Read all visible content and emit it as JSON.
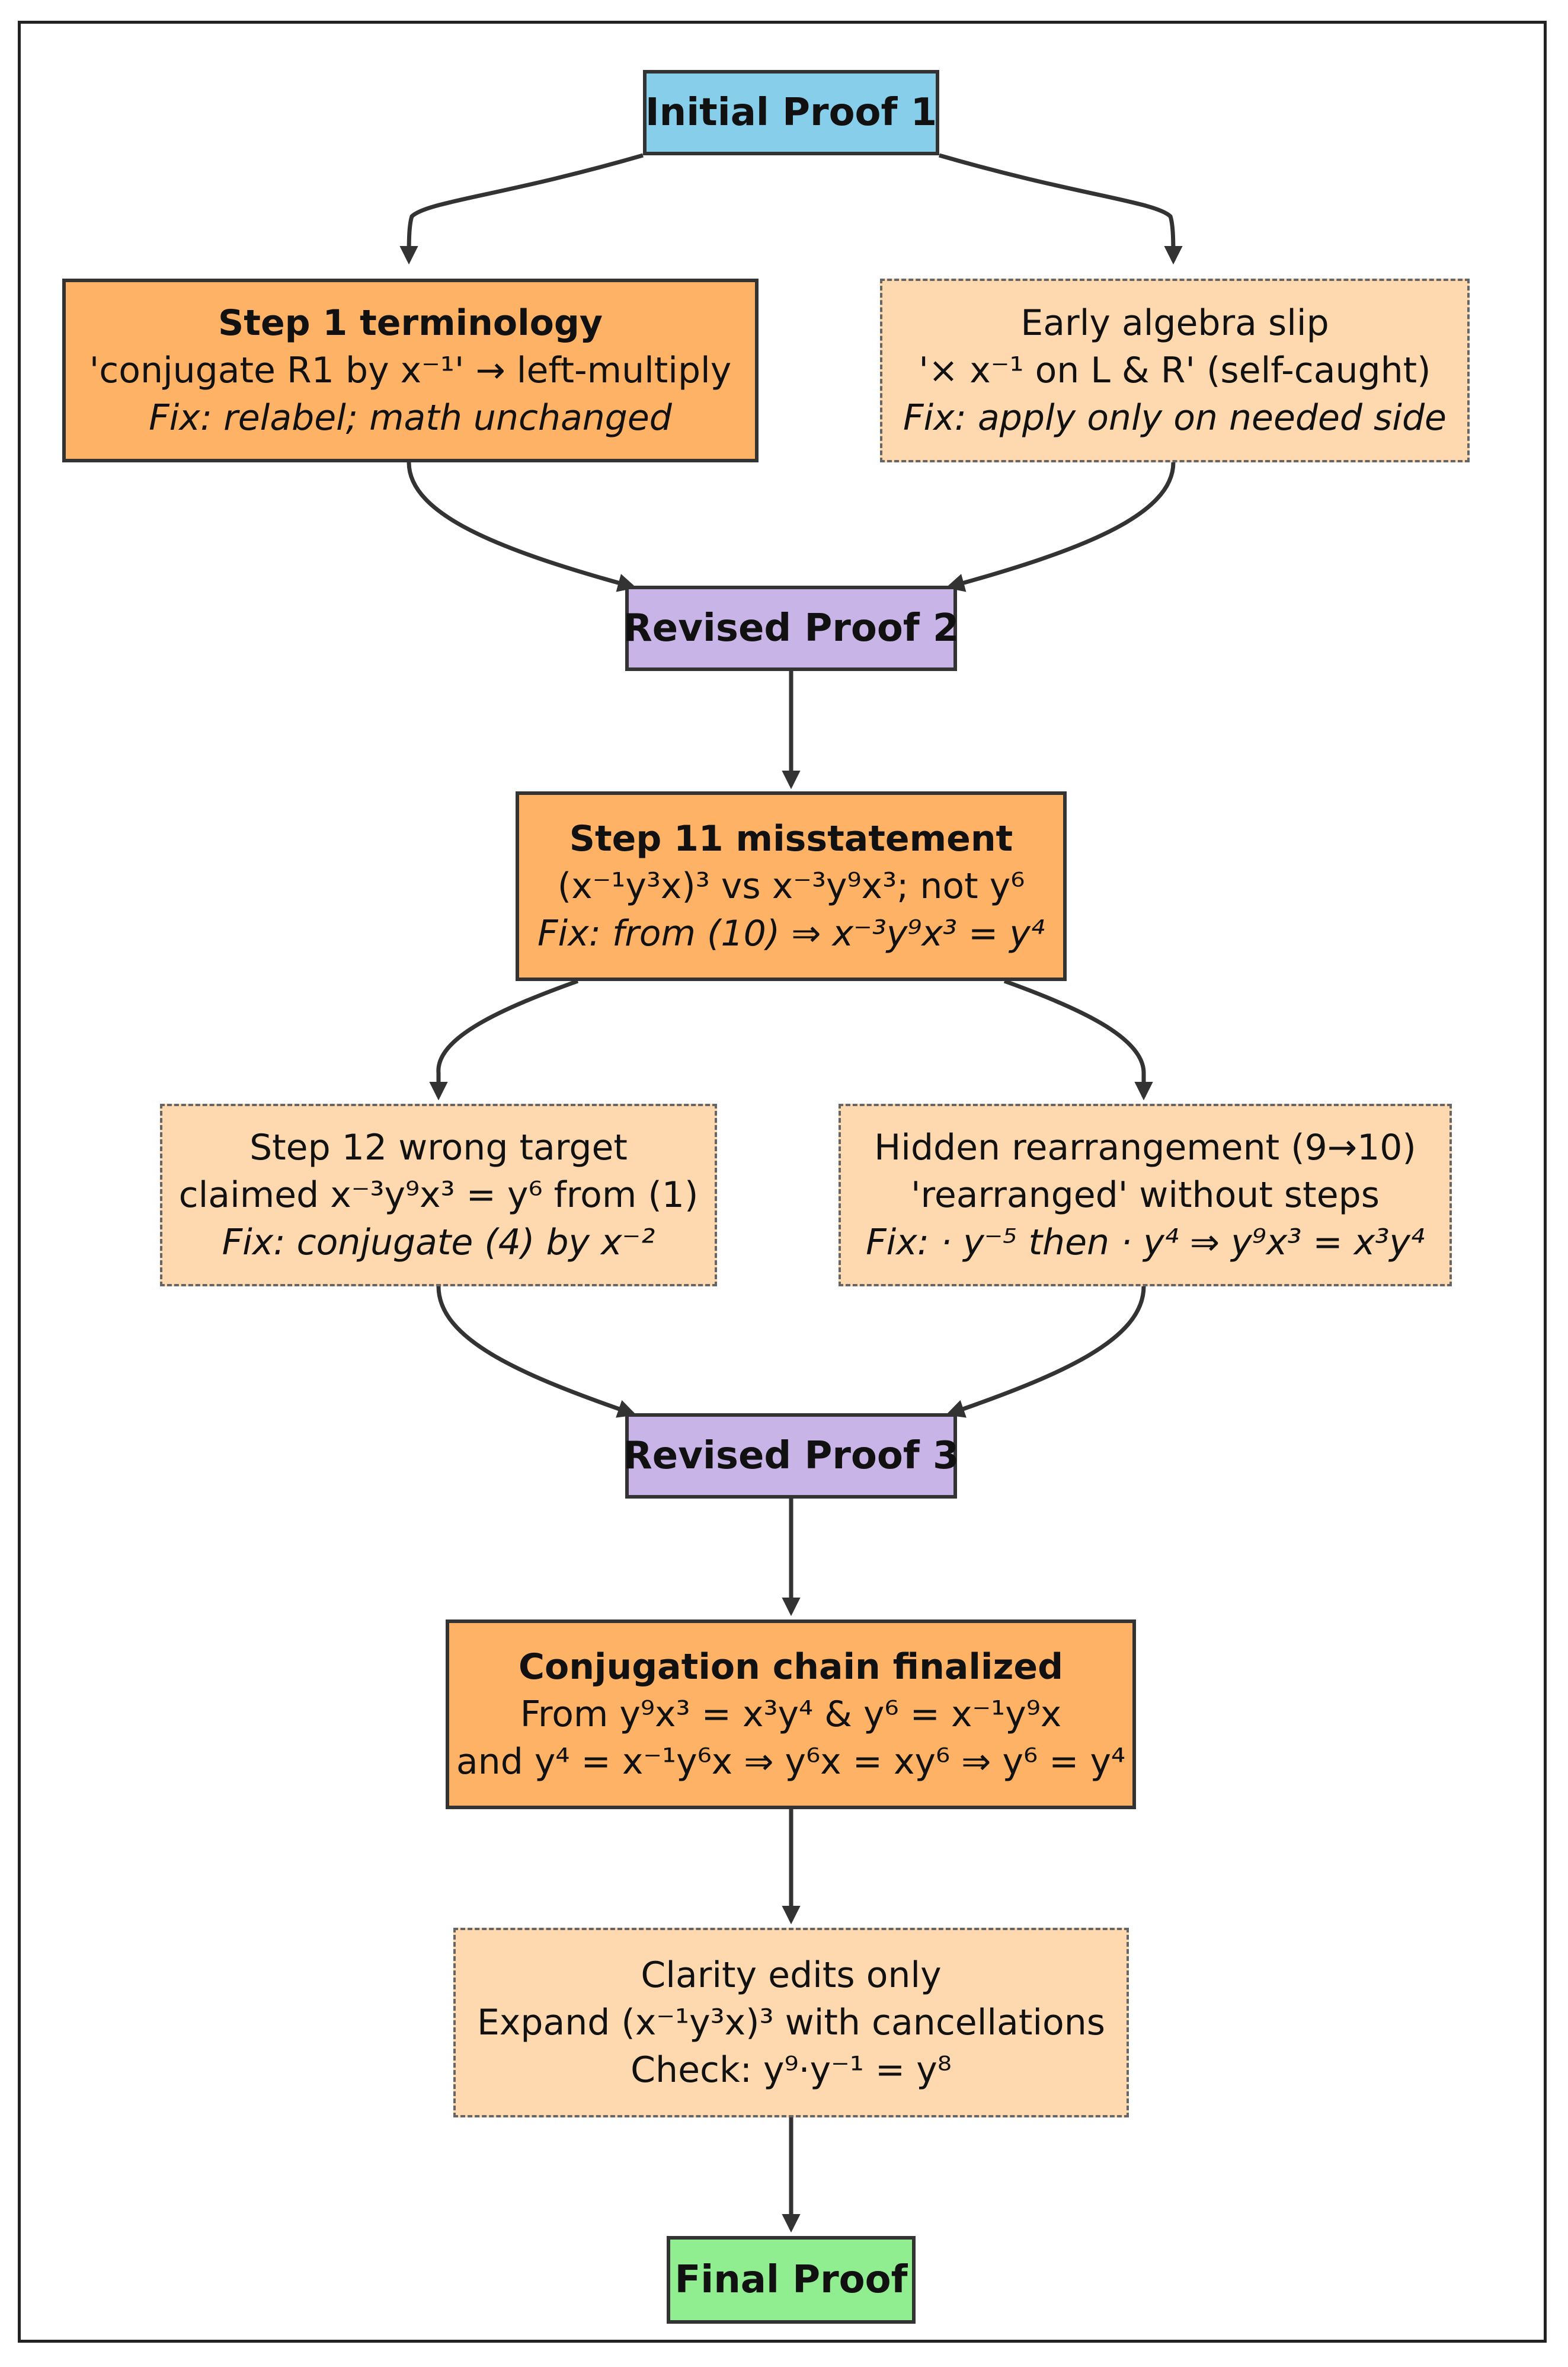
{
  "colors": {
    "initial": "#87ceeb",
    "revised": "#c8b4e6",
    "major": "#fdb266",
    "minor": "#fed9b0",
    "final": "#90ee90",
    "edge": "#333333"
  },
  "nodes": {
    "initial": {
      "label": "Initial Proof 1"
    },
    "step1": {
      "title": "Step 1 terminology",
      "detail": "'conjugate R1 by x⁻¹' → left-multiply",
      "fix": "Fix: relabel; math unchanged"
    },
    "early": {
      "title": "Early algebra slip",
      "detail": "'× x⁻¹ on L & R' (self-caught)",
      "fix": "Fix: apply only on needed side"
    },
    "revised2": {
      "label": "Revised Proof 2"
    },
    "step11": {
      "title": "Step 11 misstatement",
      "detail": "(x⁻¹y³x)³ vs x⁻³y⁹x³; not y⁶",
      "fix": "Fix: from (10) ⇒ x⁻³y⁹x³ = y⁴"
    },
    "step12": {
      "title": "Step 12 wrong target",
      "detail": "claimed x⁻³y⁹x³ = y⁶ from (1)",
      "fix": "Fix: conjugate (4) by x⁻²"
    },
    "hidden": {
      "title": "Hidden rearrangement (9→10)",
      "detail": "'rearranged' without steps",
      "fix": "Fix: · y⁻⁵ then · y⁴ ⇒ y⁹x³ = x³y⁴"
    },
    "revised3": {
      "label": "Revised Proof 3"
    },
    "conj": {
      "title": "Conjugation chain finalized",
      "detail": "From y⁹x³ = x³y⁴ & y⁶ = x⁻¹y⁹x",
      "detail2": "and y⁴ = x⁻¹y⁶x ⇒ y⁶x = xy⁶ ⇒ y⁶ = y⁴"
    },
    "clarity": {
      "title": "Clarity edits only",
      "detail": "Expand (x⁻¹y³x)³ with cancellations",
      "detail2": "Check: y⁹·y⁻¹ = y⁸"
    },
    "final": {
      "label": "Final Proof"
    }
  }
}
